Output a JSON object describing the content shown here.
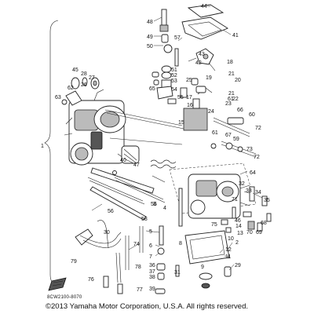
{
  "diagram": {
    "code": "8CW2100-8070",
    "copyright": "©2013 Yamaha Motor Corporation, U.S.A. All rights reserved."
  },
  "callouts": [
    {
      "id": "c1",
      "label": "1"
    },
    {
      "id": "c2",
      "label": "2"
    },
    {
      "id": "c3",
      "label": "3"
    },
    {
      "id": "c4",
      "label": "4"
    },
    {
      "id": "c5",
      "label": "5"
    },
    {
      "id": "c6",
      "label": "6"
    },
    {
      "id": "c7",
      "label": "7"
    },
    {
      "id": "c8",
      "label": "8"
    },
    {
      "id": "c9",
      "label": "9"
    },
    {
      "id": "c10",
      "label": "10"
    },
    {
      "id": "c11",
      "label": "11"
    },
    {
      "id": "c12",
      "label": "12"
    },
    {
      "id": "c13",
      "label": "13"
    },
    {
      "id": "c14",
      "label": "14"
    },
    {
      "id": "c15",
      "label": "15"
    },
    {
      "id": "c16",
      "label": "16"
    },
    {
      "id": "c17",
      "label": "17"
    },
    {
      "id": "c18",
      "label": "18"
    },
    {
      "id": "c19",
      "label": "19"
    },
    {
      "id": "c20",
      "label": "20"
    },
    {
      "id": "c21a",
      "label": "21"
    },
    {
      "id": "c21b",
      "label": "21"
    },
    {
      "id": "c22",
      "label": "22"
    },
    {
      "id": "c23",
      "label": "23"
    },
    {
      "id": "c24",
      "label": "24"
    },
    {
      "id": "c25",
      "label": "25"
    },
    {
      "id": "c26",
      "label": "26"
    },
    {
      "id": "c27",
      "label": "27"
    },
    {
      "id": "c28",
      "label": "28"
    },
    {
      "id": "c29",
      "label": "29"
    },
    {
      "id": "c30",
      "label": "30"
    },
    {
      "id": "c31",
      "label": "31"
    },
    {
      "id": "c32",
      "label": "32"
    },
    {
      "id": "c33",
      "label": "33"
    },
    {
      "id": "c34",
      "label": "34"
    },
    {
      "id": "c35",
      "label": "35"
    },
    {
      "id": "c36",
      "label": "36"
    },
    {
      "id": "c37",
      "label": "37"
    },
    {
      "id": "c38",
      "label": "38"
    },
    {
      "id": "c39",
      "label": "39"
    },
    {
      "id": "c40",
      "label": "40"
    },
    {
      "id": "c41",
      "label": "41"
    },
    {
      "id": "c42",
      "label": "42"
    },
    {
      "id": "c43",
      "label": "43"
    },
    {
      "id": "c44",
      "label": "44"
    },
    {
      "id": "c45",
      "label": "45"
    },
    {
      "id": "c46",
      "label": "46"
    },
    {
      "id": "c47",
      "label": "47"
    },
    {
      "id": "c48",
      "label": "48"
    },
    {
      "id": "c49",
      "label": "49"
    },
    {
      "id": "c50",
      "label": "50"
    },
    {
      "id": "c51",
      "label": "51"
    },
    {
      "id": "c52",
      "label": "52"
    },
    {
      "id": "c53",
      "label": "53"
    },
    {
      "id": "c54",
      "label": "54"
    },
    {
      "id": "c55",
      "label": "55"
    },
    {
      "id": "c56a",
      "label": "56"
    },
    {
      "id": "c56b",
      "label": "56"
    },
    {
      "id": "c57",
      "label": "57"
    },
    {
      "id": "c58",
      "label": "58"
    },
    {
      "id": "c59",
      "label": "59"
    },
    {
      "id": "c60",
      "label": "60"
    },
    {
      "id": "c61a",
      "label": "61"
    },
    {
      "id": "c61b",
      "label": "61"
    },
    {
      "id": "c62",
      "label": "62"
    },
    {
      "id": "c63",
      "label": "63"
    },
    {
      "id": "c64",
      "label": "64"
    },
    {
      "id": "c65",
      "label": "65"
    },
    {
      "id": "c66",
      "label": "66"
    },
    {
      "id": "c67",
      "label": "67"
    },
    {
      "id": "c68",
      "label": "68"
    },
    {
      "id": "c69",
      "label": "69"
    },
    {
      "id": "c70",
      "label": "70"
    },
    {
      "id": "c71",
      "label": "71"
    },
    {
      "id": "c72a",
      "label": "72"
    },
    {
      "id": "c72b",
      "label": "72"
    },
    {
      "id": "c73",
      "label": "73"
    },
    {
      "id": "c74",
      "label": "74"
    },
    {
      "id": "c75",
      "label": "75"
    },
    {
      "id": "c76",
      "label": "76"
    },
    {
      "id": "c77",
      "label": "77"
    },
    {
      "id": "c78",
      "label": "78"
    },
    {
      "id": "c79",
      "label": "79"
    }
  ]
}
